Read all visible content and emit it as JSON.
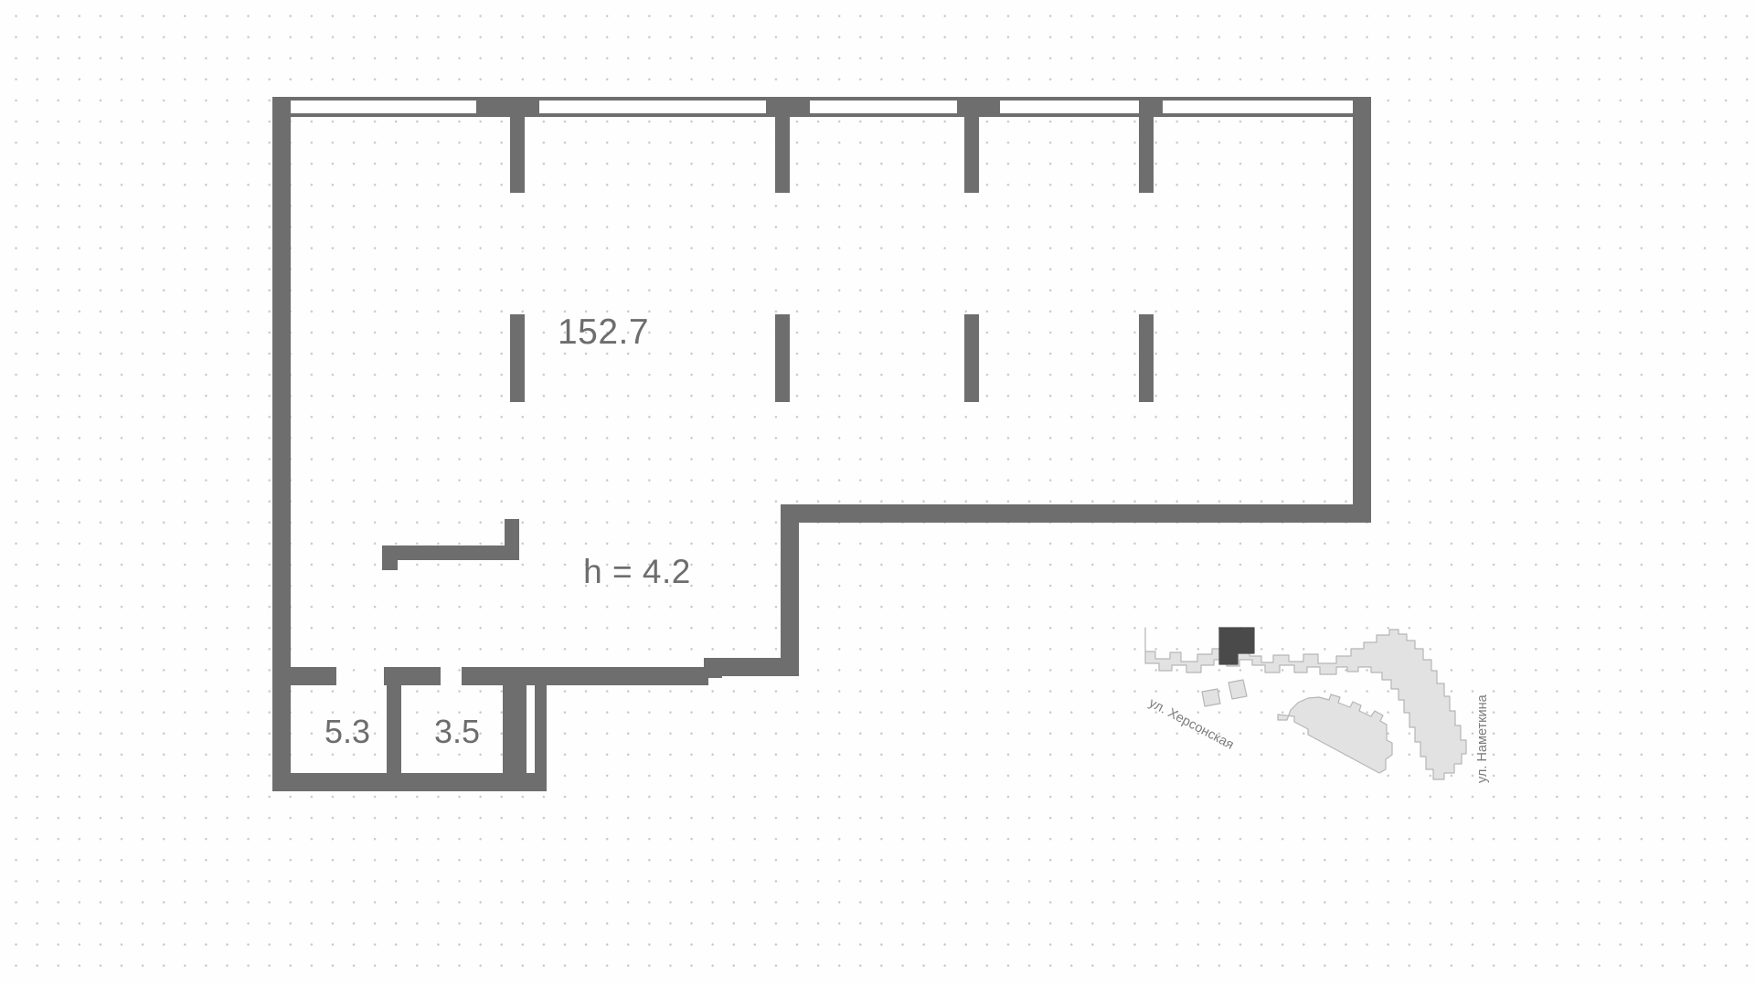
{
  "plan": {
    "type": "floor-plan",
    "units": "m",
    "wall_color": "#6e6e6e",
    "label_color": "#6d6d6d",
    "background_color": "#fefefe",
    "dot_grid_color": "#c9c9cc",
    "labels": {
      "main_area": "152.7",
      "ceiling_height": "h = 4.2",
      "room_a_area": "5.3",
      "room_b_area": "3.5"
    },
    "rooms": [
      {
        "name": "main-hall",
        "area": "152.7"
      },
      {
        "name": "room-small-left",
        "area": "5.3"
      },
      {
        "name": "room-small-right",
        "area": "3.5"
      }
    ],
    "windows_top_count": 5,
    "pillars_count": 4
  },
  "minimap": {
    "streets": [
      {
        "name": "street-khersonskaya",
        "label": "ул. Херсонская"
      },
      {
        "name": "street-nametkina",
        "label": "ул. Наметкина"
      }
    ],
    "building_fill": "#e2e2e2",
    "building_stroke": "#b6b6b6",
    "highlight_fill": "#4a4a4a"
  }
}
